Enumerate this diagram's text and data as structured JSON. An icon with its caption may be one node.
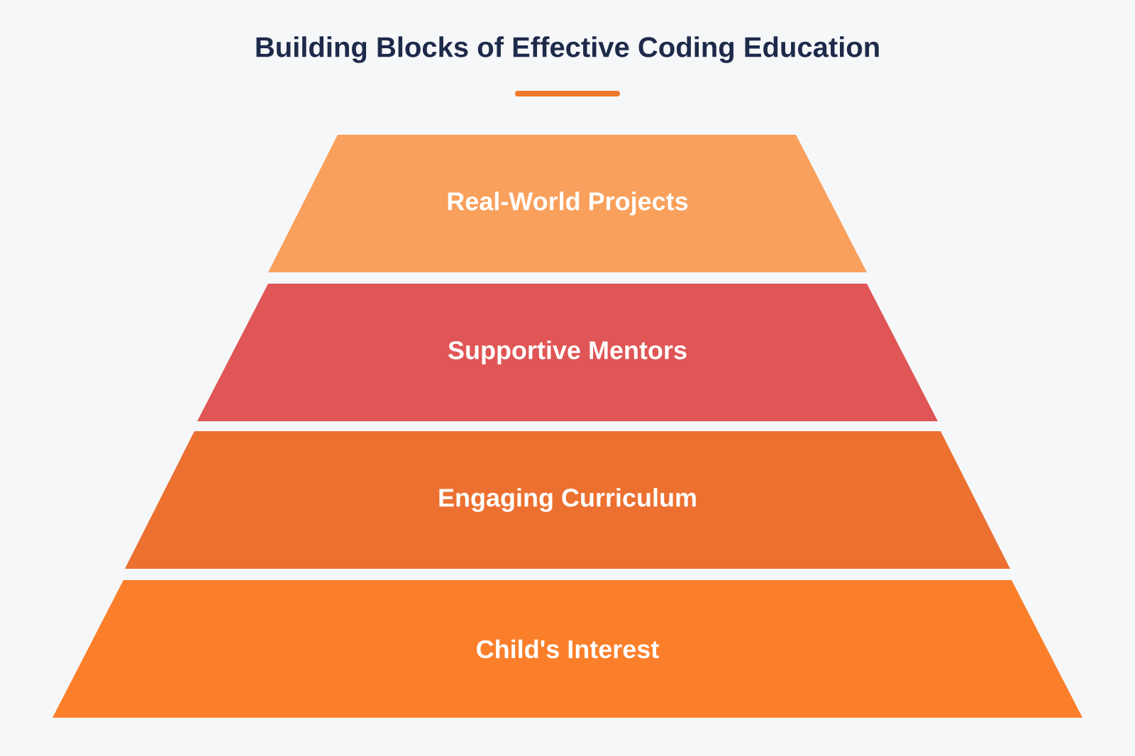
{
  "diagram": {
    "title": "Building Blocks of Effective Coding Education",
    "nodes": [
      {
        "text": [
          "Real-World Projects"
        ]
      },
      {
        "text": [
          "Supportive Mentors"
        ]
      },
      {
        "text": [
          "Engaging Curriculum"
        ]
      },
      {
        "text": [
          "Child's Interest"
        ]
      }
    ]
  }
}
